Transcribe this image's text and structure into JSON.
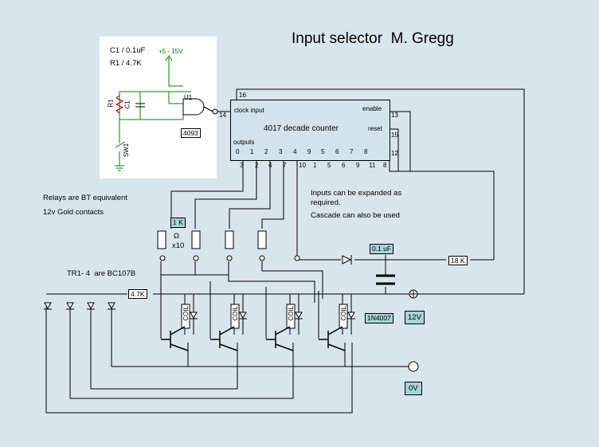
{
  "title": "Input selector  M. Gregg",
  "inset": {
    "c1": "C1 / 0.1uF",
    "r1": "R1 / 4.7K",
    "supply": "+5 - 15V",
    "u1": "U1",
    "r1_label": "R1",
    "c1_label": "C1",
    "sw1_label": "SW1",
    "chip_part": "4093",
    "pin14": "14"
  },
  "counter": {
    "pin16": "16",
    "clock_input": "clock input",
    "enable": "enable",
    "reset": "reset",
    "name": "4017 decade counter",
    "pin13": "13",
    "pin15": "15",
    "pin12": "12",
    "outputs_label": "outputs",
    "outputs": [
      "0",
      "1",
      "2",
      "3",
      "4",
      "5",
      "6",
      "7",
      "8",
      "9"
    ],
    "pins": [
      "3",
      "2",
      "4",
      "7",
      "10",
      "1",
      "5",
      "6",
      "9",
      "11",
      "8"
    ]
  },
  "notes": {
    "relays": "Relays are BT equivalent",
    "contacts": "12v Gold contacts",
    "expand1": "Inputs can be expanded as",
    "expand2": "required.",
    "cascade": "Cascade can also be used",
    "transistors": "TR1- 4  are BC107B"
  },
  "components": {
    "r_1k": "1 K",
    "ohm": "Ω",
    "x10": "x10",
    "cap": "0.1 uF",
    "r_18k": "18 K",
    "r_47k": "4.7K",
    "diode": "1N4007",
    "v12": "12V",
    "v0": "0V",
    "coil": "COIL"
  }
}
